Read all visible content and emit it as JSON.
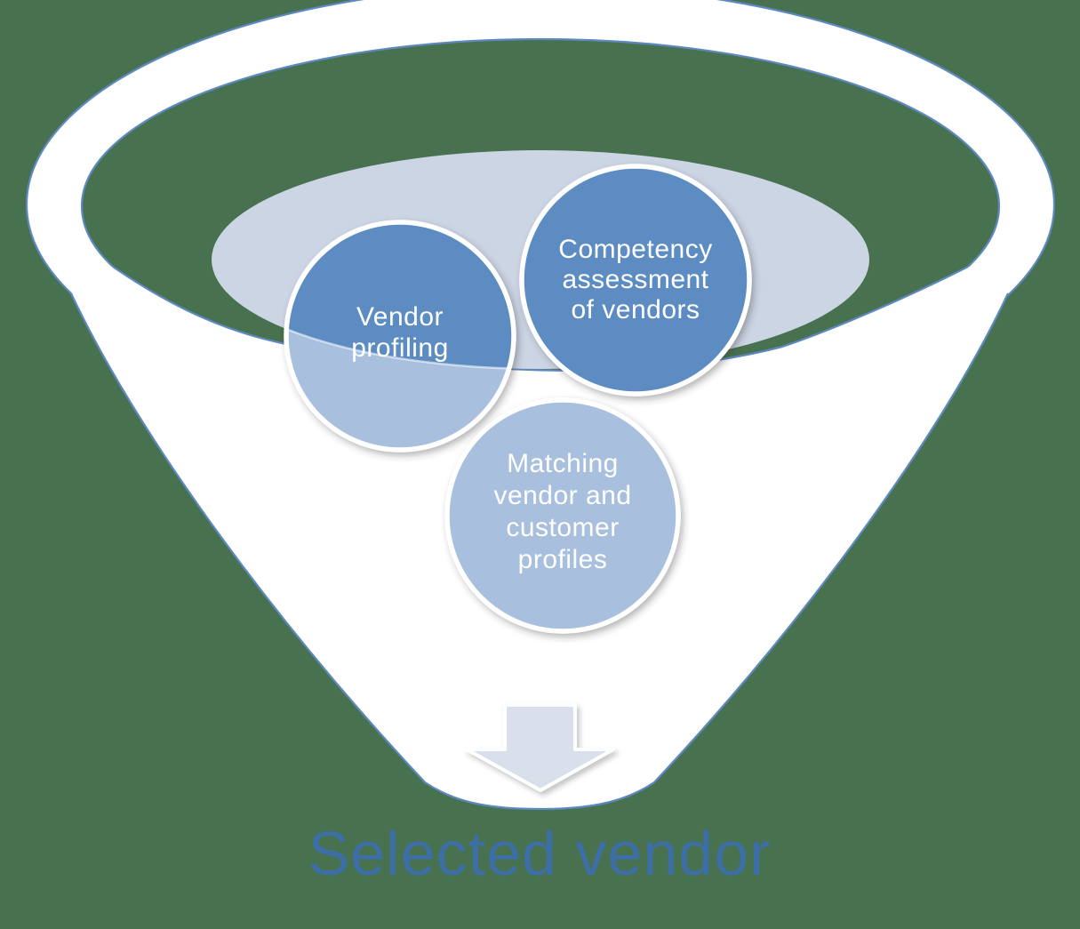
{
  "diagram": {
    "type": "funnel",
    "colors": {
      "background": "#48714f",
      "line": "#5e89c0",
      "liquid": "#ccd5e4",
      "bubbleDark": "#5d8cc3",
      "bubbleLight": "#a8c0de",
      "arrowFill": "#d9dfeb",
      "resultText": "#3d6ea6"
    },
    "bubbles": [
      {
        "name": "vendor-profiling",
        "style": "half-submerged",
        "lines": [
          "Vendor",
          "profiling"
        ]
      },
      {
        "name": "competency-assessment",
        "style": "dark",
        "lines": [
          "Competency",
          "assessment",
          "of vendors"
        ]
      },
      {
        "name": "matching-profiles",
        "style": "light",
        "lines": [
          "Matching",
          "vendor and",
          "customer",
          "profiles"
        ]
      }
    ],
    "arrow": {
      "icon": "down-arrow-icon",
      "direction": "down"
    },
    "result": {
      "text": "Selected vendor"
    }
  }
}
